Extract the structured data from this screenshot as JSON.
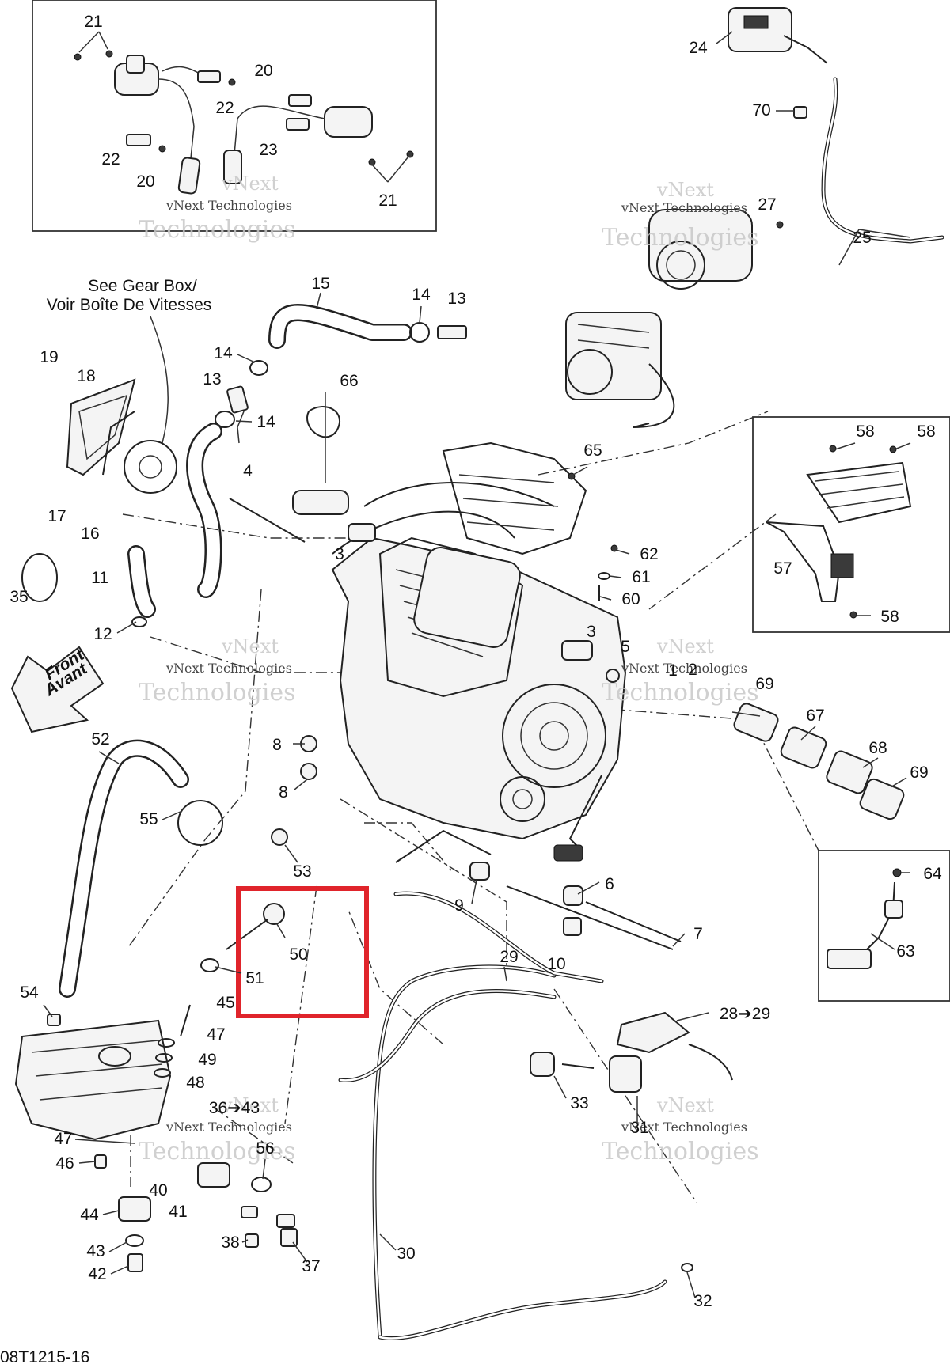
{
  "diagram": {
    "code": "08T1215-16",
    "note_line1": "See Gear Box/",
    "note_line2": "Voir Boîte De Vitesses",
    "direction_line1": "Front",
    "direction_line2": "Avant",
    "watermark_line1": "vNext",
    "watermark_line2": "vNext Technologies",
    "watermark_line3": "Technologies",
    "highlight_color": "#e0242b"
  },
  "callouts": {
    "c21a": "21",
    "c20a": "20",
    "c22a": "22",
    "c22b": "22",
    "c20b": "20",
    "c23": "23",
    "c21b": "21",
    "c24": "24",
    "c70": "70",
    "c27": "27",
    "c25": "25",
    "c15": "15",
    "c14a": "14",
    "c13a": "13",
    "c19": "19",
    "c18": "18",
    "c14b": "14",
    "c13b": "13",
    "c14c": "14",
    "c66": "66",
    "c17": "17",
    "c16": "16",
    "c4": "4",
    "c65": "65",
    "c58a": "58",
    "c58b": "58",
    "c57": "57",
    "c58c": "58",
    "c35": "35",
    "c11": "11",
    "c3a": "3",
    "c62": "62",
    "c61": "61",
    "c60": "60",
    "c12": "12",
    "c3b": "3",
    "c5": "5",
    "c1": "1",
    "c2": "2",
    "c69a": "69",
    "c67": "67",
    "c68": "68",
    "c69b": "69",
    "c52": "52",
    "c8a": "8",
    "c8b": "8",
    "c55": "55",
    "c53": "53",
    "c64": "64",
    "c9": "9",
    "c6": "6",
    "c7": "7",
    "c63": "63",
    "c10": "10",
    "c50": "50",
    "c51": "51",
    "c29": "29",
    "c28": "28➔29",
    "c54": "54",
    "c45": "45",
    "c47a": "47",
    "c49": "49",
    "c48": "48",
    "c36": "36➔43",
    "c33": "33",
    "c31": "31",
    "c47b": "47",
    "c46": "46",
    "c56": "56",
    "c40": "40",
    "c41": "41",
    "c44": "44",
    "c38": "38",
    "c37": "37",
    "c43": "43",
    "c42": "42",
    "c30": "30",
    "c32": "32"
  }
}
